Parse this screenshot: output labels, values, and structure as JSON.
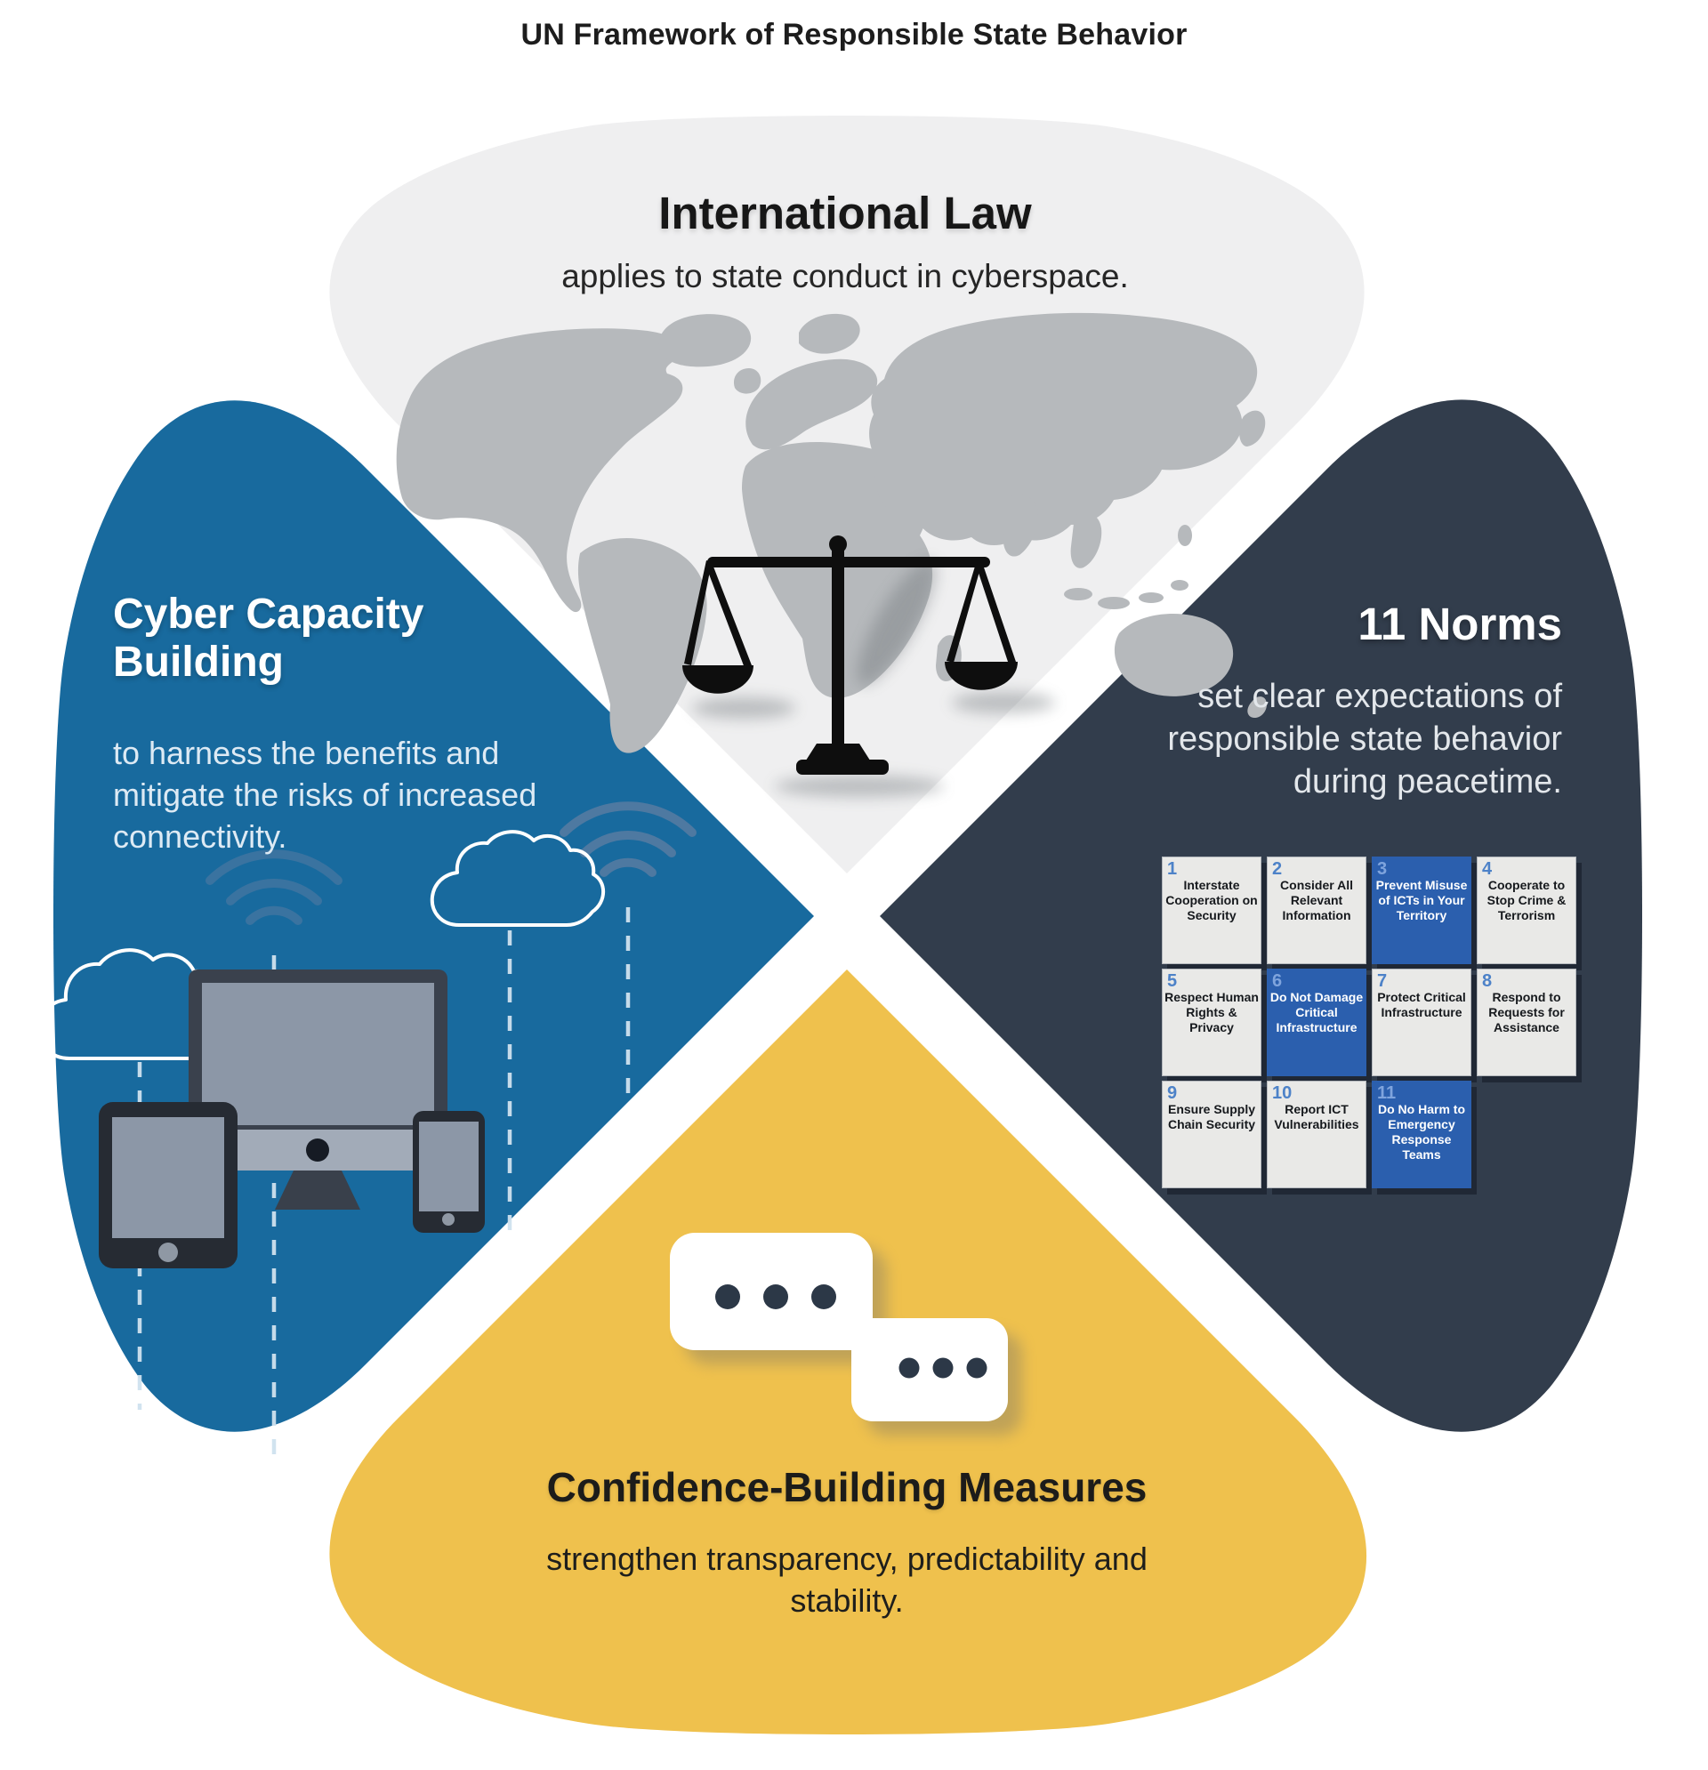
{
  "title": "UN Framework of Responsible State Behavior",
  "colors": {
    "international_law_petal": "#efeff0",
    "cyber_capacity_petal": "#186a9e",
    "norms_petal": "#323d4c",
    "cbm_petal": "#efc14d",
    "norm_highlight": "#2b5fae",
    "map_gray": "#b6b9bc"
  },
  "petals": {
    "international_law": {
      "heading": "International Law",
      "description": "applies to state conduct in cyberspace."
    },
    "cyber_capacity": {
      "heading": "Cyber Capacity Building",
      "description": "to harness the benefits and mitigate the risks of increased connectivity."
    },
    "norms": {
      "heading": "11 Norms",
      "description": "set clear expectations of responsible state behavior during peacetime."
    },
    "cbm": {
      "heading": "Confidence-Building Measures",
      "description": "strengthen transparency, predictability and stability."
    }
  },
  "norms": {
    "items": [
      {
        "num": "1",
        "label": "Interstate Cooperation on Security",
        "highlighted": false
      },
      {
        "num": "2",
        "label": "Consider All Relevant Information",
        "highlighted": false
      },
      {
        "num": "3",
        "label": "Prevent Misuse of ICTs in Your Territory",
        "highlighted": true
      },
      {
        "num": "4",
        "label": "Cooperate to Stop Crime & Terrorism",
        "highlighted": false
      },
      {
        "num": "5",
        "label": "Respect Human Rights & Privacy",
        "highlighted": false
      },
      {
        "num": "6",
        "label": "Do Not Damage Critical Infrastructure",
        "highlighted": true
      },
      {
        "num": "7",
        "label": "Protect Critical Infrastructure",
        "highlighted": false
      },
      {
        "num": "8",
        "label": "Respond to Requests for Assistance",
        "highlighted": false
      },
      {
        "num": "9",
        "label": "Ensure Supply Chain Security",
        "highlighted": false
      },
      {
        "num": "10",
        "label": "Report ICT Vulnerabilities",
        "highlighted": false
      },
      {
        "num": "11",
        "label": "Do No Harm to Emergency Response Teams",
        "highlighted": true
      }
    ]
  },
  "icons": {
    "scales": "scales-of-justice-icon",
    "map": "world-map-icon",
    "devices": "connected-devices-icon",
    "chat": "chat-bubbles-icon"
  }
}
